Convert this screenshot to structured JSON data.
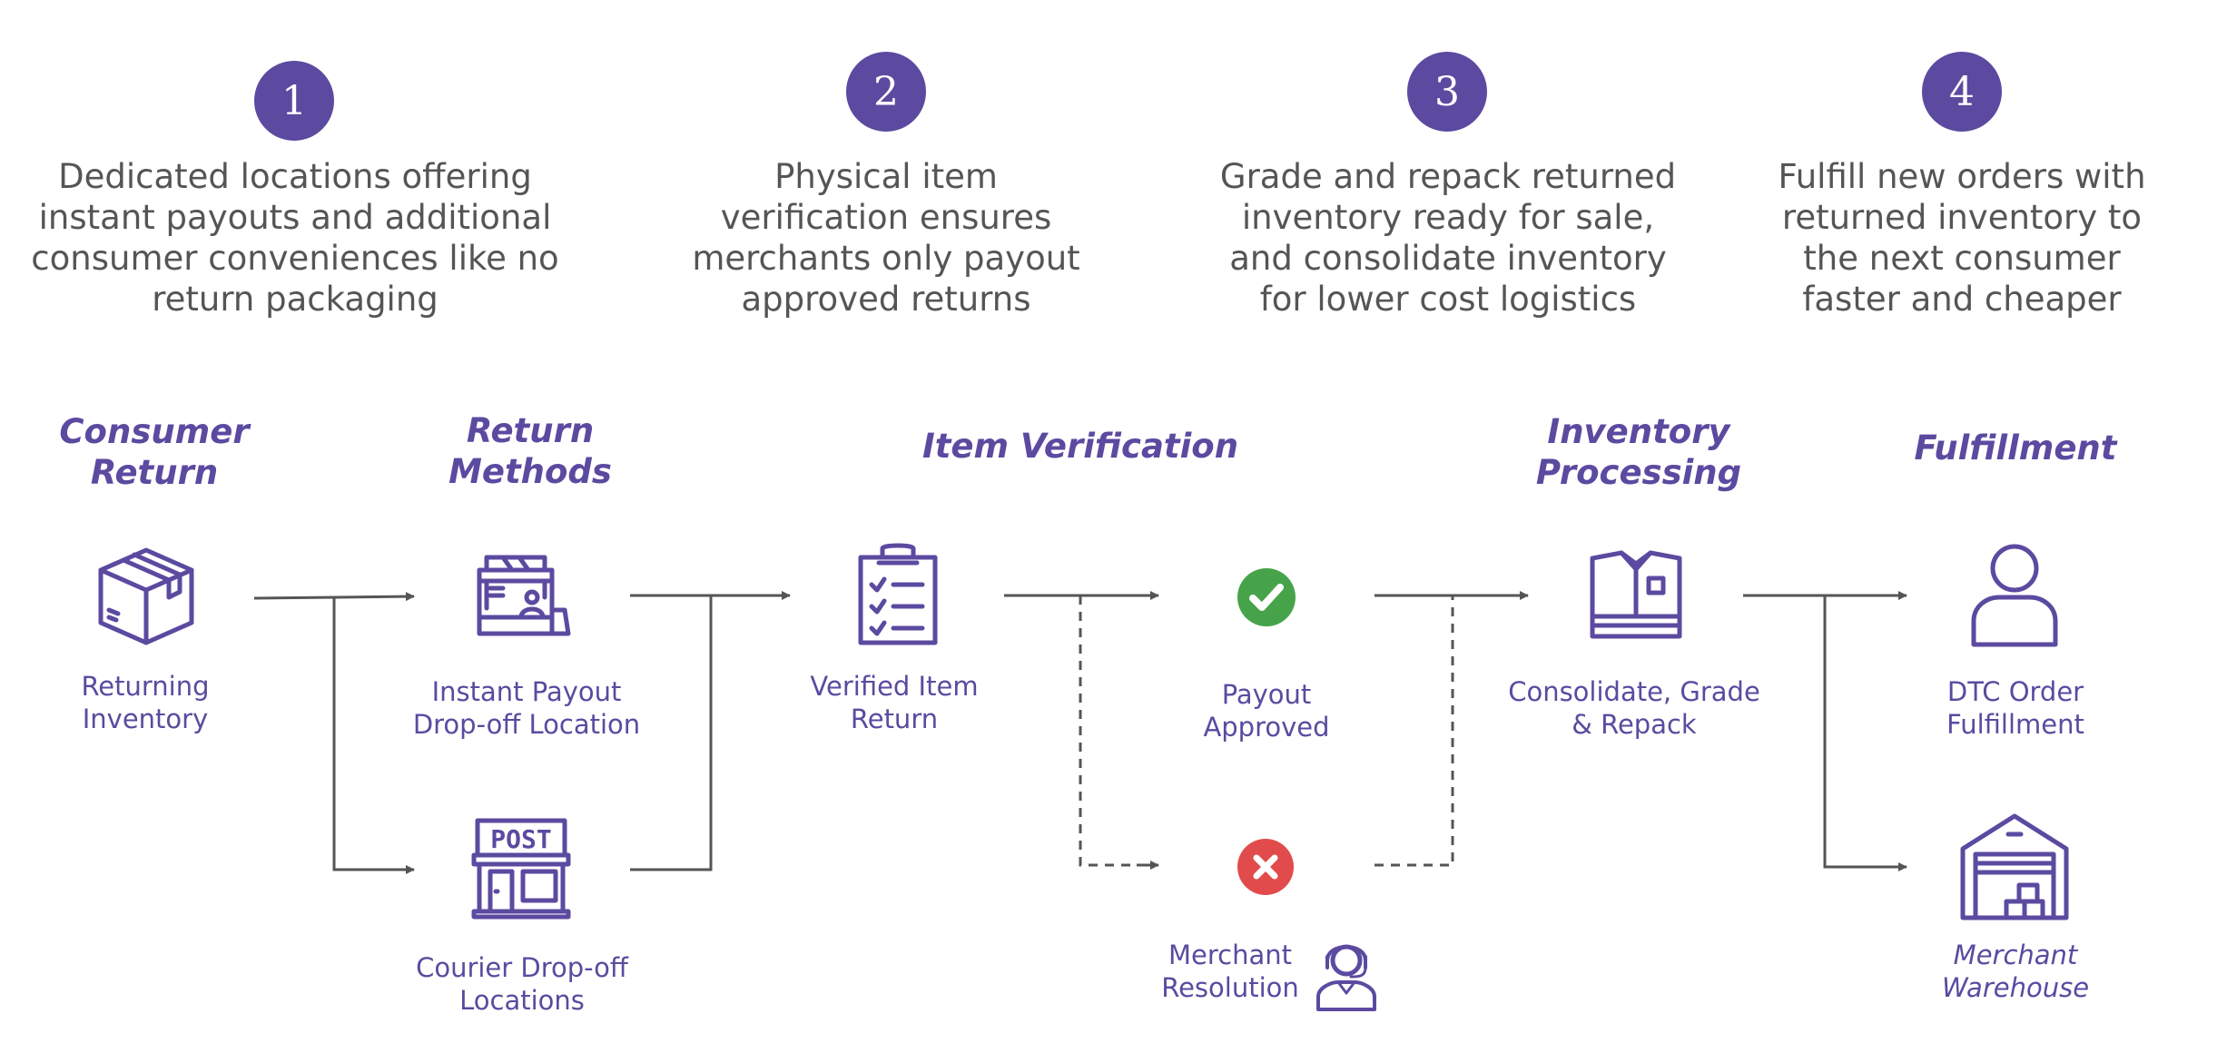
{
  "steps": [
    {
      "number": "1",
      "text": "Dedicated locations offering\ninstant payouts and additional\nconsumer conveniences like no\nreturn packaging"
    },
    {
      "number": "2",
      "text": "Physical item\nverification ensures\nmerchants only payout\napproved returns"
    },
    {
      "number": "3",
      "text": "Grade and repack returned\ninventory ready for sale,\nand consolidate inventory\nfor lower cost logistics"
    },
    {
      "number": "4",
      "text": "Fulfill new orders with\nreturned inventory to\nthe next consumer\nfaster and cheaper"
    }
  ],
  "stages": {
    "consumer_return": "Consumer\nReturn",
    "return_methods": "Return\nMethods",
    "item_verification": "Item Verification",
    "inventory_processing": "Inventory\nProcessing",
    "fulfillment": "Fulfillment"
  },
  "nodes": {
    "returning_inventory": {
      "label": "Returning\nInventory",
      "icon": "box-icon"
    },
    "instant_payout": {
      "label": "Instant Payout\nDrop-off Location",
      "icon": "kiosk-icon"
    },
    "courier_dropoff": {
      "label": "Courier Drop-off\nLocations",
      "icon": "post-office-icon",
      "sign": "POST"
    },
    "verified_item": {
      "label": "Verified Item\nReturn",
      "icon": "clipboard-checklist-icon"
    },
    "payout_approved": {
      "label": "Payout\nApproved",
      "icon": "check-circle-icon"
    },
    "merchant_resolution": {
      "label": "Merchant\nResolution",
      "icon": "support-agent-icon"
    },
    "consolidate": {
      "label": "Consolidate, Grade\n& Repack",
      "icon": "folded-shirts-icon"
    },
    "dtc_order": {
      "label": "DTC Order\nFulfillment",
      "icon": "person-icon"
    },
    "merchant_warehouse": {
      "label": "Merchant\nWarehouse",
      "icon": "warehouse-icon"
    }
  },
  "colors": {
    "accent": "#5b4aa0",
    "text": "#555555",
    "approve": "#46a34a",
    "reject": "#e24b4b",
    "line": "#555555"
  }
}
